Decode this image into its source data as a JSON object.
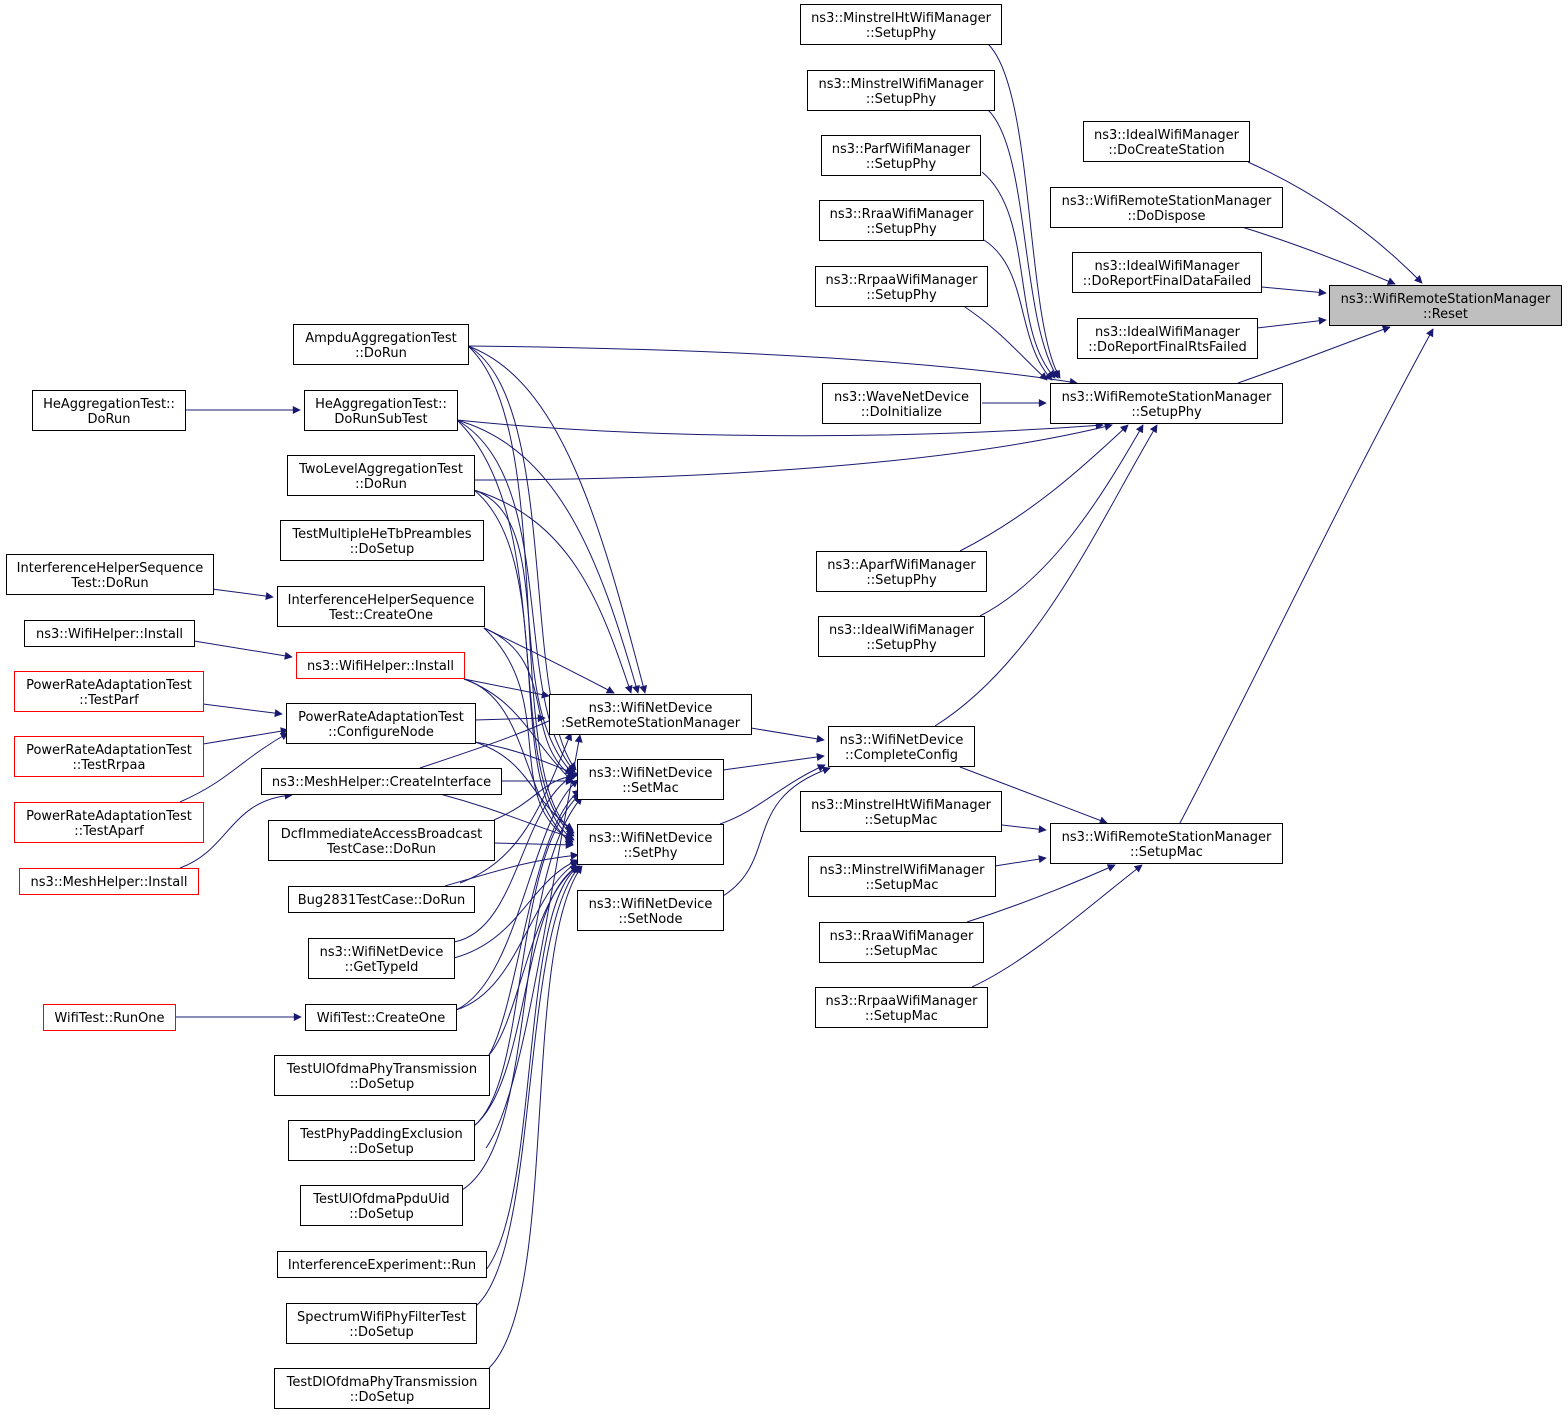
{
  "colors": {
    "edge": "#191970",
    "box_border": "#000000",
    "box_red": "#ff0000",
    "root_fill": "#bfbfbf",
    "background": "#ffffff"
  },
  "nodes": {
    "reset": [
      "ns3::WifiRemoteStationManager",
      "::Reset"
    ],
    "minstrelht_setupphy": [
      "ns3::MinstrelHtWifiManager",
      "::SetupPhy"
    ],
    "minstrel_setupphy": [
      "ns3::MinstrelWifiManager",
      "::SetupPhy"
    ],
    "parf_setupphy": [
      "ns3::ParfWifiManager",
      "::SetupPhy"
    ],
    "rraa_setupphy": [
      "ns3::RraaWifiManager",
      "::SetupPhy"
    ],
    "rrpaa_setupphy": [
      "ns3::RrpaaWifiManager",
      "::SetupPhy"
    ],
    "wave_doinit": [
      "ns3::WaveNetDevice",
      "::DoInitialize"
    ],
    "aparf_setupphy": [
      "ns3::AparfWifiManager",
      "::SetupPhy"
    ],
    "ideal_setupphy": [
      "ns3::IdealWifiManager",
      "::SetupPhy"
    ],
    "ideal_docreate": [
      "ns3::IdealWifiManager",
      "::DoCreateStation"
    ],
    "wrsm_dodispose": [
      "ns3::WifiRemoteStationManager",
      "::DoDispose"
    ],
    "ideal_finaldata": [
      "ns3::IdealWifiManager",
      "::DoReportFinalDataFailed"
    ],
    "ideal_finalrts": [
      "ns3::IdealWifiManager",
      "::DoReportFinalRtsFailed"
    ],
    "wrsm_setupphy": [
      "ns3::WifiRemoteStationManager",
      "::SetupPhy"
    ],
    "wrsm_setupmac": [
      "ns3::WifiRemoteStationManager",
      "::SetupMac"
    ],
    "wnd_completeconfig": [
      "ns3::WifiNetDevice",
      "::CompleteConfig"
    ],
    "minstrelht_setupmac": [
      "ns3::MinstrelHtWifiManager",
      "::SetupMac"
    ],
    "minstrel_setupmac": [
      "ns3::MinstrelWifiManager",
      "::SetupMac"
    ],
    "rraa_setupmac": [
      "ns3::RraaWifiManager",
      "::SetupMac"
    ],
    "rrpaa_setupmac": [
      "ns3::RrpaaWifiManager",
      "::SetupMac"
    ],
    "wnd_setrsm": [
      "ns3::WifiNetDevice",
      ":SetRemoteStationManager"
    ],
    "wnd_setmac": [
      "ns3::WifiNetDevice",
      "::SetMac"
    ],
    "wnd_setphy": [
      "ns3::WifiNetDevice",
      "::SetPhy"
    ],
    "wnd_setnode": [
      "ns3::WifiNetDevice",
      "::SetNode"
    ],
    "ampdu_dorun": [
      "AmpduAggregationTest",
      "::DoRun"
    ],
    "heagg_dorunsub": [
      "HeAggregationTest::",
      "DoRunSubTest"
    ],
    "twolevel_dorun": [
      "TwoLevelAggregationTest",
      "::DoRun"
    ],
    "testmulti_dosetup": [
      "TestMultipleHeTbPreambles",
      "::DoSetup"
    ],
    "ihs_createone": [
      "InterferenceHelperSequence",
      "Test::CreateOne"
    ],
    "wifihelper_install_red": [
      "ns3::WifiHelper::Install"
    ],
    "prat_confignode": [
      "PowerRateAdaptationTest",
      "::ConfigureNode"
    ],
    "mesh_createiface": [
      "ns3::MeshHelper::CreateInterface"
    ],
    "dcf_dorun": [
      "DcfImmediateAccessBroadcast",
      "TestCase::DoRun"
    ],
    "bug2831_dorun": [
      "Bug2831TestCase::DoRun"
    ],
    "wnd_gettypeid": [
      "ns3::WifiNetDevice",
      "::GetTypeId"
    ],
    "wifitest_createone": [
      "WifiTest::CreateOne"
    ],
    "testulofdma_dosetup": [
      "TestUlOfdmaPhyTransmission",
      "::DoSetup"
    ],
    "testphypad_dosetup": [
      "TestPhyPaddingExclusion",
      "::DoSetup"
    ],
    "testulppdu_dosetup": [
      "TestUlOfdmaPpduUid",
      "::DoSetup"
    ],
    "interfexp_run": [
      "InterferenceExperiment::Run"
    ],
    "spectrum_dosetup": [
      "SpectrumWifiPhyFilterTest",
      "::DoSetup"
    ],
    "testdlofdma_dosetup": [
      "TestDlOfdmaPhyTransmission",
      "::DoSetup"
    ],
    "heagg_dorun": [
      "HeAggregationTest::",
      "DoRun"
    ],
    "ihs_dorun": [
      "InterferenceHelperSequence",
      "Test::DoRun"
    ],
    "wifihelper_install": [
      "ns3::WifiHelper::Install"
    ],
    "prat_testparf": [
      "PowerRateAdaptationTest",
      "::TestParf"
    ],
    "prat_testrrpaa": [
      "PowerRateAdaptationTest",
      "::TestRrpaa"
    ],
    "prat_testaparf": [
      "PowerRateAdaptationTest",
      "::TestAparf"
    ],
    "mesh_install": [
      "ns3::MeshHelper::Install"
    ],
    "wifitest_runone": [
      "WifiTest::RunOne"
    ]
  }
}
